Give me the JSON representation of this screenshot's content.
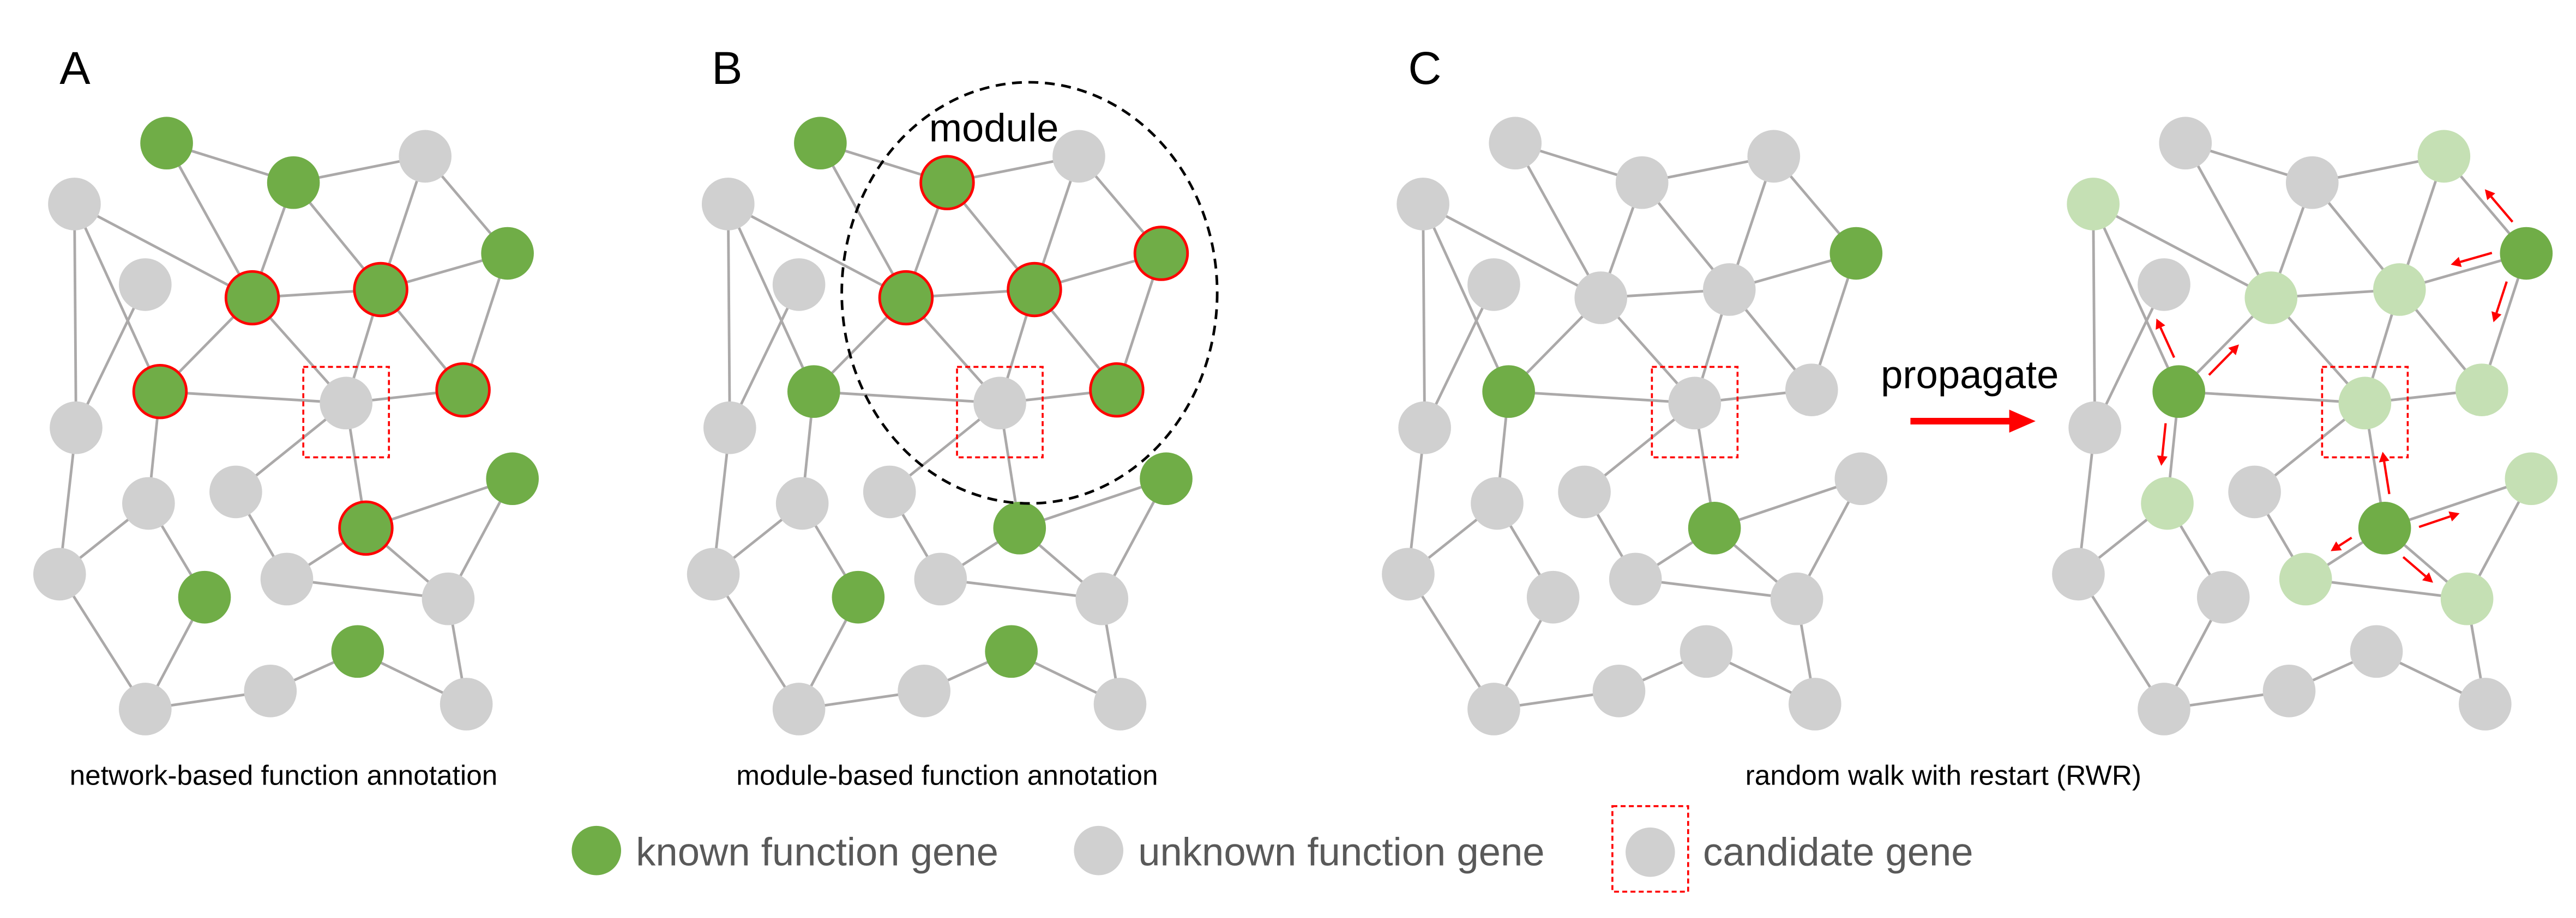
{
  "colors": {
    "known": "#70AD47",
    "unknown": "#D0D0D0",
    "propagated": "#C5E0B4",
    "highlight_outline": "#FF0000",
    "edge": "#ABA9A9",
    "candidate_box": "#FF0000",
    "arrow": "#FF0000",
    "module_outline": "#000000"
  },
  "network": {
    "node_count": 24,
    "edges": [
      [
        1,
        2
      ],
      [
        1,
        7
      ],
      [
        2,
        3
      ],
      [
        2,
        7
      ],
      [
        2,
        8
      ],
      [
        3,
        8
      ],
      [
        3,
        5
      ],
      [
        4,
        7
      ],
      [
        4,
        12
      ],
      [
        4,
        9
      ],
      [
        5,
        8
      ],
      [
        5,
        11
      ],
      [
        6,
        12
      ],
      [
        7,
        8
      ],
      [
        7,
        9
      ],
      [
        7,
        10
      ],
      [
        8,
        10
      ],
      [
        8,
        11
      ],
      [
        9,
        10
      ],
      [
        9,
        14
      ],
      [
        10,
        11
      ],
      [
        10,
        15
      ],
      [
        10,
        16
      ],
      [
        12,
        17
      ],
      [
        13,
        16
      ],
      [
        13,
        20
      ],
      [
        14,
        17
      ],
      [
        14,
        18
      ],
      [
        15,
        19
      ],
      [
        16,
        19
      ],
      [
        16,
        20
      ],
      [
        17,
        22
      ],
      [
        18,
        22
      ],
      [
        19,
        20
      ],
      [
        20,
        24
      ],
      [
        21,
        23
      ],
      [
        21,
        24
      ],
      [
        22,
        23
      ]
    ],
    "candidate_node": 10
  },
  "panels": [
    {
      "id": "A",
      "letter": "A",
      "caption": "network-based function annotation",
      "known_nodes": [
        1,
        2,
        5,
        13,
        18,
        21
      ],
      "highlighted_known_nodes": [
        7,
        8,
        9,
        11,
        16
      ],
      "propagated_nodes": [],
      "has_module": false
    },
    {
      "id": "B",
      "letter": "B",
      "caption": "module-based function annotation",
      "known_nodes": [
        1,
        9,
        13,
        16,
        18,
        21
      ],
      "highlighted_known_nodes": [
        2,
        5,
        7,
        8,
        11
      ],
      "propagated_nodes": [],
      "has_module": true,
      "module_label": "module"
    },
    {
      "id": "C-left",
      "letter": "C",
      "caption": "random walk with restart (RWR)",
      "known_nodes": [
        5,
        9,
        16
      ],
      "highlighted_known_nodes": [],
      "propagated_nodes": [],
      "has_module": false
    },
    {
      "id": "C-right",
      "letter": "",
      "caption": "",
      "known_nodes": [
        5,
        9,
        16
      ],
      "highlighted_known_nodes": [],
      "propagated_nodes": [
        3,
        4,
        7,
        8,
        10,
        11,
        13,
        14,
        19,
        20
      ],
      "has_module": false,
      "propagation_arrows": [
        [
          9,
          4
        ],
        [
          9,
          7
        ],
        [
          9,
          14
        ],
        [
          5,
          3
        ],
        [
          5,
          8
        ],
        [
          5,
          11
        ],
        [
          16,
          10
        ],
        [
          16,
          13
        ],
        [
          16,
          19
        ],
        [
          16,
          20
        ]
      ]
    }
  ],
  "propagate": {
    "label": "propagate"
  },
  "legend": [
    {
      "kind": "known",
      "label": "known function gene"
    },
    {
      "kind": "unknown",
      "label": "unknown function gene"
    },
    {
      "kind": "candidate",
      "label": "candidate gene"
    }
  ]
}
